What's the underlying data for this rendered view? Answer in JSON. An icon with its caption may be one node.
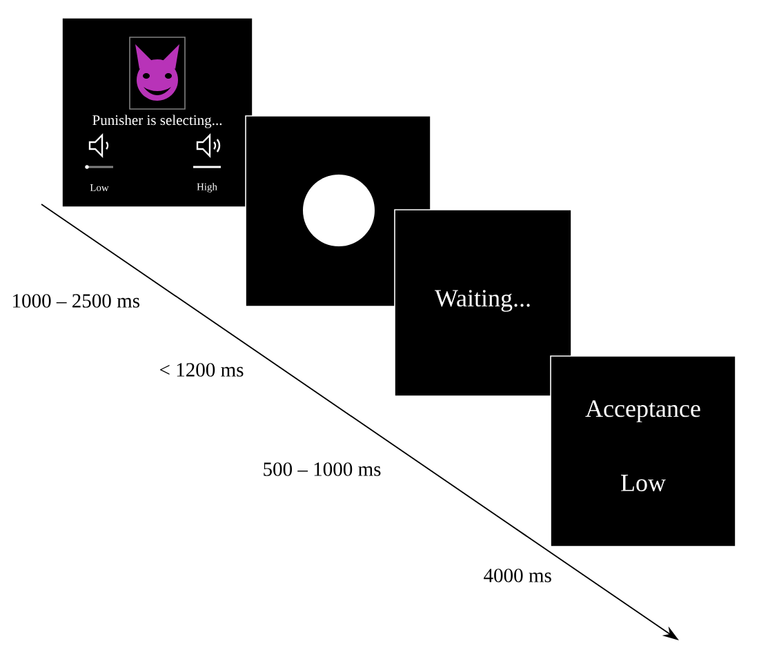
{
  "diagram": {
    "nodes": [
      {
        "text": [
          "Punisher is selecting...",
          "Low",
          "High"
        ]
      },
      {
        "text": [],
        "shape": "box"
      },
      {
        "text": [
          "Waiting..."
        ]
      },
      {
        "text": [
          "Acceptance",
          "Low"
        ]
      }
    ],
    "labels": [
      "1000 – 2500 ms",
      "< 1200 ms",
      "500 – 1000 ms",
      "4000 ms"
    ]
  }
}
